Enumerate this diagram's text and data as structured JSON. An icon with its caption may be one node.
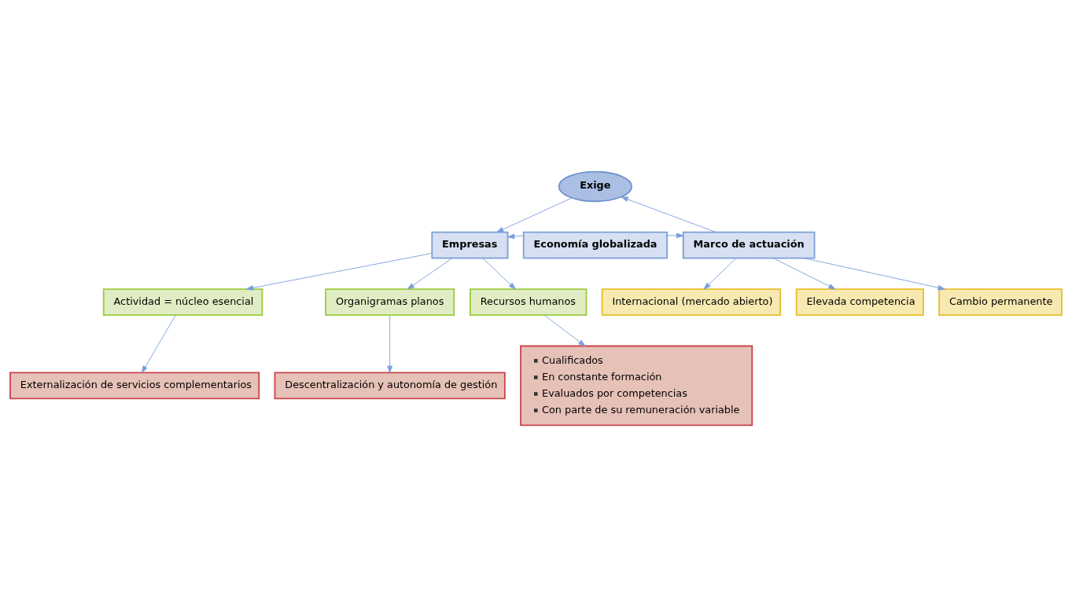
{
  "diagram": {
    "nodes": [
      {
        "text": [
          "Exige"
        ]
      },
      {
        "text": [
          "Empresas"
        ]
      },
      {
        "text": [
          "Economía globalizada"
        ]
      },
      {
        "text": [
          "Marco de actuación"
        ]
      },
      {
        "text": [
          "Actividad = núcleo esencial"
        ]
      },
      {
        "text": [
          "Externalización de servicios complementarios"
        ]
      },
      {
        "text": [
          "Organigramas planos"
        ]
      },
      {
        "text": [
          "Descentralización y autonomía de gestión"
        ]
      },
      {
        "text": [
          "Recursos humanos"
        ]
      },
      {
        "text": [
          "Cualificados",
          "En constante formación",
          "Evaluados por competencias",
          "Con parte de su remuneración variable"
        ]
      },
      {
        "text": [
          "Internacional (mercado abierto)"
        ]
      },
      {
        "text": [
          "Elevada competencia"
        ]
      },
      {
        "text": [
          "Cambio permanente"
        ]
      }
    ],
    "edges": [
      {
        "from": 0,
        "to": 1,
        "arrow": "to"
      },
      {
        "from": 2,
        "to": 1,
        "arrow": "to"
      },
      {
        "from": 2,
        "to": 3,
        "arrow": "to"
      },
      {
        "from": 3,
        "to": 0,
        "arrow": "to"
      },
      {
        "from": 1,
        "to": 4,
        "arrow": "to"
      },
      {
        "from": 1,
        "to": 6,
        "arrow": "to"
      },
      {
        "from": 1,
        "to": 8,
        "arrow": "to"
      },
      {
        "from": 4,
        "to": 5,
        "arrow": "to"
      },
      {
        "from": 6,
        "to": 7,
        "arrow": "to"
      },
      {
        "from": 8,
        "to": 9,
        "arrow": "to"
      },
      {
        "from": 3,
        "to": 10,
        "arrow": "to"
      },
      {
        "from": 3,
        "to": 11,
        "arrow": "to"
      },
      {
        "from": 3,
        "to": 12,
        "arrow": "to"
      }
    ]
  }
}
